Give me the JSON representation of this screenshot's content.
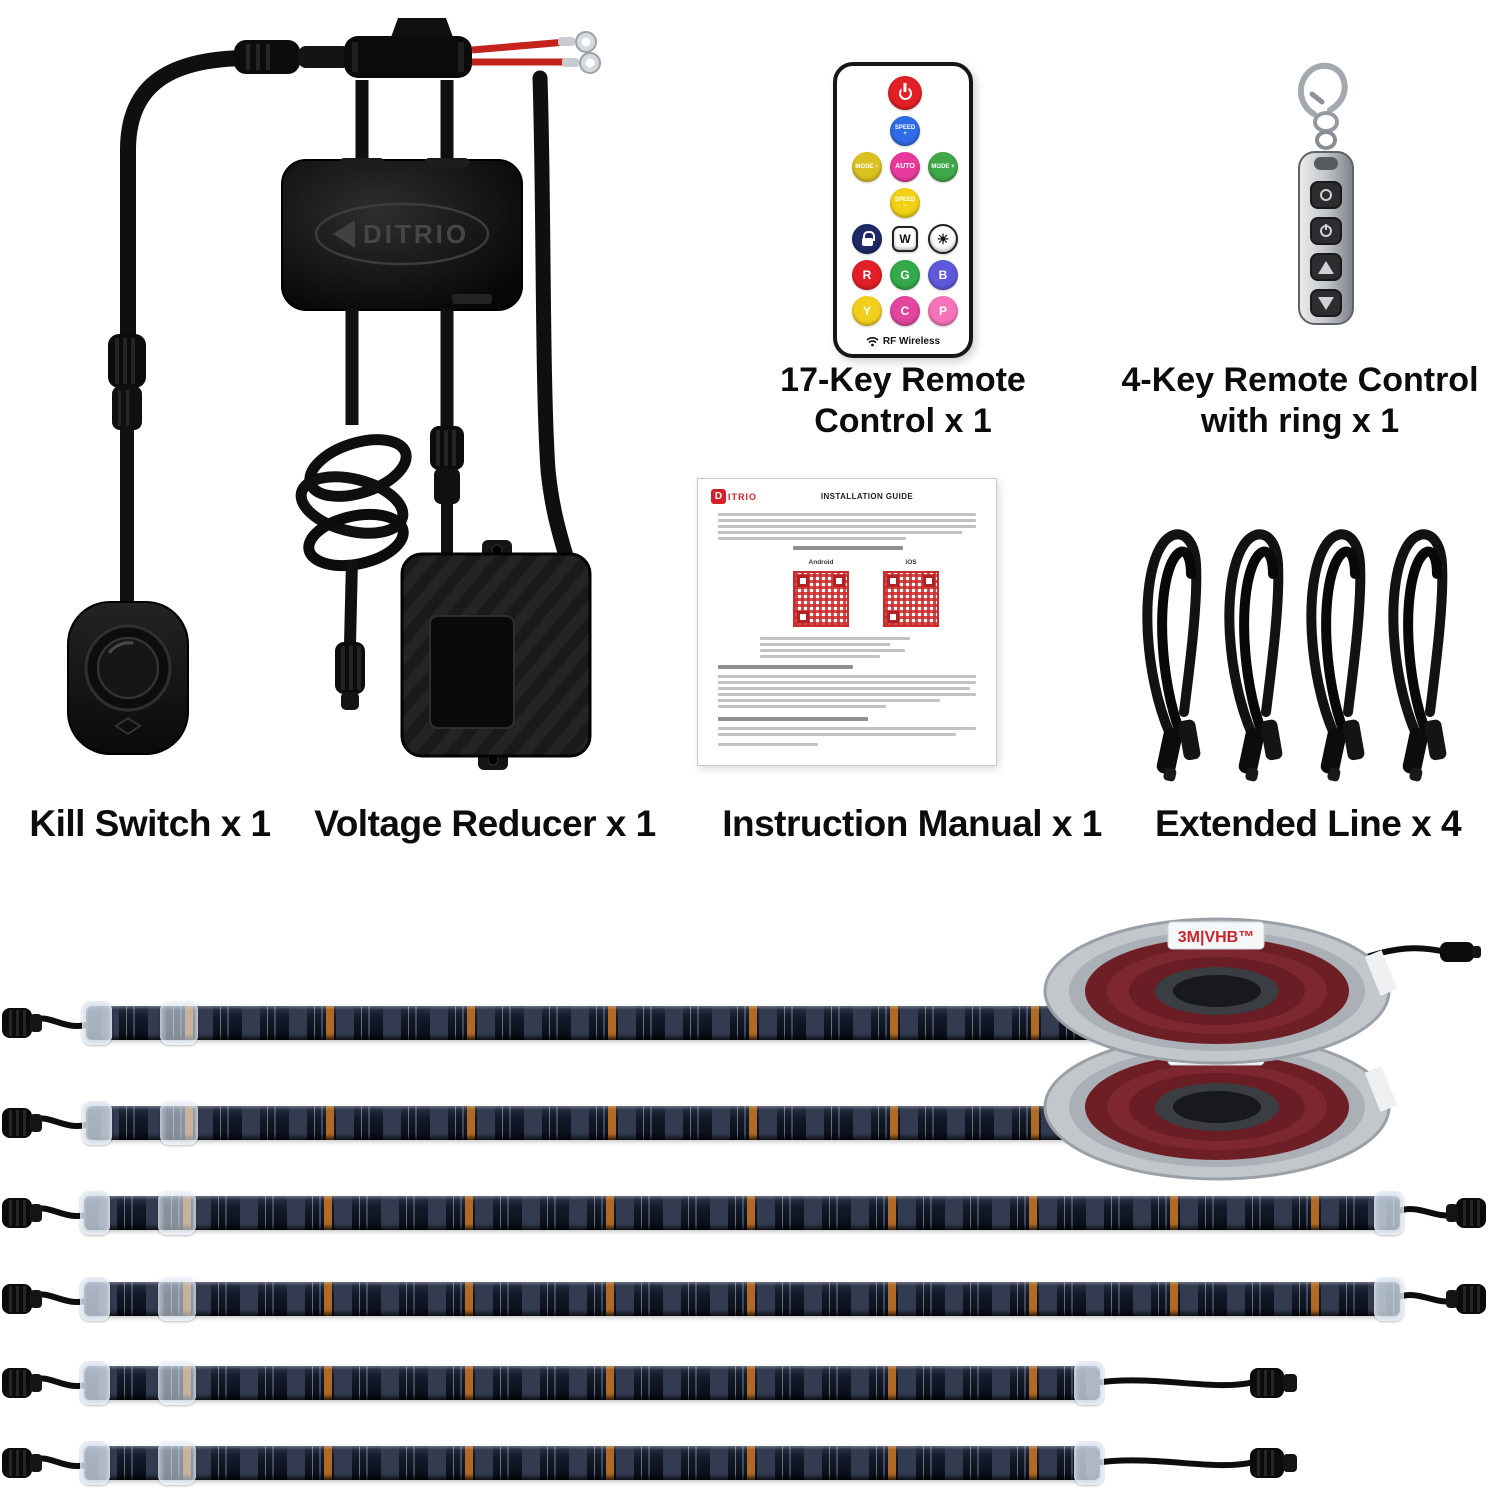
{
  "brand": "DITRIO",
  "labels": {
    "kill_switch": "Kill Switch x 1",
    "voltage_reducer": "Voltage Reducer x 1",
    "remote17": [
      "17-Key Remote",
      "Control x 1"
    ],
    "remote4": [
      "4-Key Remote Control",
      "with ring x 1"
    ],
    "manual": "Instruction Manual x 1",
    "extended_line": "Extended Line x 4"
  },
  "remote17": {
    "footer": "RF Wireless",
    "buttons": {
      "speed_up": "SPEED +",
      "mode_down": "MODE −",
      "auto": "AUTO",
      "mode_up": "MODE +",
      "speed_down": "SPEED −",
      "white": "W",
      "bright": "☀",
      "r": "R",
      "g": "G",
      "b": "B",
      "y": "Y",
      "c": "C",
      "p": "P"
    },
    "colors": {
      "power": "#e21f26",
      "speed_up": "#2e6be4",
      "mode_down": "#d9c11f",
      "auto": "#e83a9c",
      "mode_up": "#3fa748",
      "speed_down": "#f2d013",
      "lock": "#1d2a66",
      "white": "#ffffff",
      "bright": "#ffffff",
      "r": "#e21f26",
      "g": "#33a949",
      "b": "#5d59d9",
      "y": "#f2cf1d",
      "c": "#e2469e",
      "p": "#f773b9"
    }
  },
  "manual": {
    "brand_initial": "D",
    "brand_rest": "ITRIO",
    "title": "INSTALLATION GUIDE",
    "qr_left_label": "Android",
    "qr_right_label": "iOS"
  },
  "reel": {
    "label": "3M|VHB™"
  }
}
